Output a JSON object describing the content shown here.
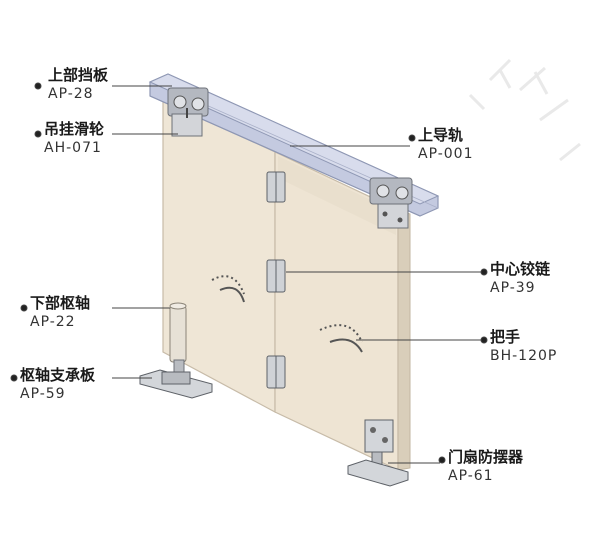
{
  "colors": {
    "panel": "#efe6d6",
    "panel_edge": "#c7bba8",
    "rail": "#b8bfd6",
    "rail_dark": "#8f98b4",
    "metal": "#c9ccd0",
    "metal_dark": "#7c8087",
    "leader": "#444444"
  },
  "icons": [
    "pointer-dot"
  ],
  "labels": [
    {
      "id": "top-guard-plate",
      "cn": "上部挡板",
      "code": "AP-28"
    },
    {
      "id": "hanging-pulley",
      "cn": "吊挂滑轮",
      "code": "AH-071"
    },
    {
      "id": "top-track",
      "cn": "上导轨",
      "code": "AP-001"
    },
    {
      "id": "center-hinge",
      "cn": "中心铰链",
      "code": "AP-39"
    },
    {
      "id": "handle",
      "cn": "把手",
      "code": "BH-120P"
    },
    {
      "id": "lower-pivot",
      "cn": "下部枢轴",
      "code": "AP-22"
    },
    {
      "id": "pivot-support-plate",
      "cn": "枢轴支承板",
      "code": "AP-59"
    },
    {
      "id": "door-stabilizer",
      "cn": "门扇防摆器",
      "code": "AP-61"
    }
  ]
}
